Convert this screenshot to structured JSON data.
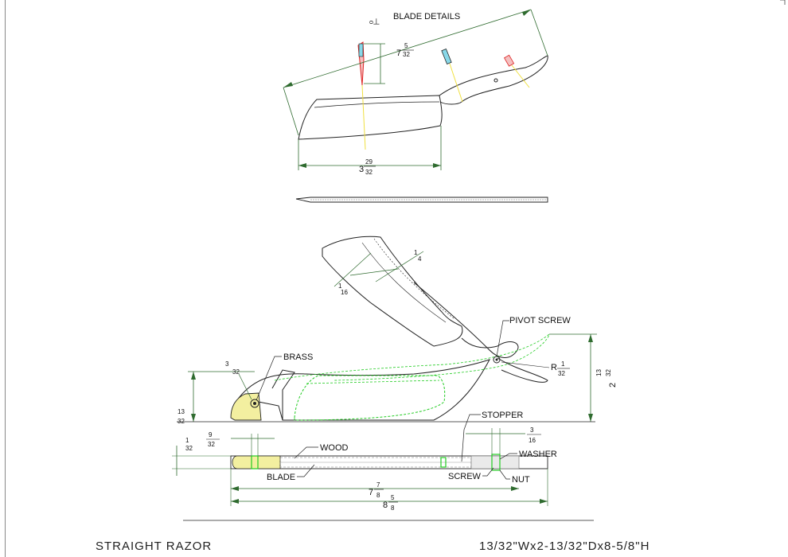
{
  "title": "STRAIGHT RAZOR",
  "spec": "13/32\"Wx2-13/32\"Dx8-5/8\"H",
  "labels": {
    "blade_details": "BLADE DETAILS",
    "pivot_screw": "PIVOT SCREW",
    "brass": "BRASS",
    "stopper": "STOPPER",
    "wood": "WOOD",
    "blade": "BLADE",
    "screw": "SCREW",
    "washer": "WASHER",
    "nut": "NUT"
  },
  "dimensions": {
    "blade_length": {
      "whole": "7",
      "num": "5",
      "den": "32"
    },
    "blade_width": {
      "whole": "3",
      "num": "29",
      "den": "32"
    },
    "scale_width": {
      "whole": "",
      "num": "1",
      "den": "4"
    },
    "scale_edge": {
      "whole": "",
      "num": "1",
      "den": "16"
    },
    "radius": {
      "prefix": "R",
      "num": "1",
      "den": "32"
    },
    "height": {
      "whole": "2",
      "num": "13",
      "den": "32"
    },
    "front_height": {
      "whole": "",
      "num": "13",
      "den": "32"
    },
    "brass_dia": {
      "whole": "",
      "num": "3",
      "den": "32"
    },
    "thickness": {
      "whole": "",
      "num": "1",
      "den": "32"
    },
    "brass_len": {
      "whole": "",
      "num": "9",
      "den": "32"
    },
    "stopper_off": {
      "whole": "",
      "num": "3",
      "den": "16"
    },
    "overall_inner": {
      "whole": "7",
      "num": "7",
      "den": "8"
    },
    "overall": {
      "whole": "8",
      "num": "5",
      "den": "8"
    }
  },
  "colors": {
    "line": "#222222",
    "dim": "#2f6b2f",
    "hidden": "#22cc22",
    "brass": "#f3efa0",
    "accent_red": "#dd2222",
    "accent_yellow": "#f0e040",
    "accent_cyan": "#88d8e8"
  }
}
